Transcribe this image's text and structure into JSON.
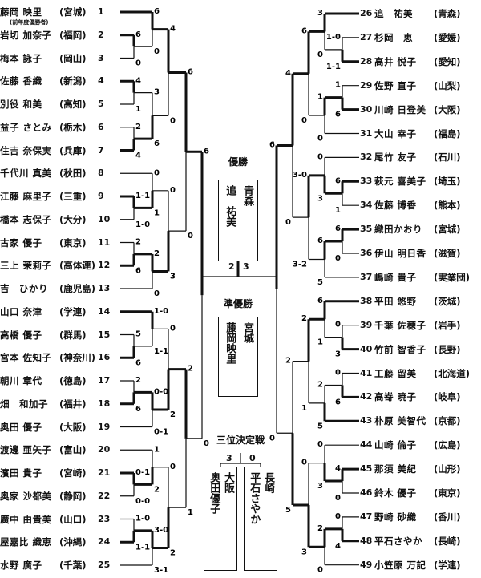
{
  "left_players": [
    {
      "n": "1",
      "name": "藤岡 映里",
      "pref": "(宮城)"
    },
    {
      "n": "2",
      "name": "岩切 加奈子",
      "pref": "(福岡)"
    },
    {
      "n": "3",
      "name": "梅本 詠子",
      "pref": "(岡山)"
    },
    {
      "n": "4",
      "name": "佐藤 香織",
      "pref": "(新潟)"
    },
    {
      "n": "5",
      "name": "別役 和美",
      "pref": "(高知)"
    },
    {
      "n": "6",
      "name": "益子 さとみ",
      "pref": "(栃木)"
    },
    {
      "n": "7",
      "name": "住吉 奈保実",
      "pref": "(兵庫)"
    },
    {
      "n": "8",
      "name": "千代川 真美",
      "pref": "(秋田)"
    },
    {
      "n": "9",
      "name": "江藤 麻里子",
      "pref": "(三重)"
    },
    {
      "n": "10",
      "name": "橋本 志保子",
      "pref": "(大分)"
    },
    {
      "n": "11",
      "name": "古家 優子",
      "pref": "(東京)"
    },
    {
      "n": "12",
      "name": "三上 茉莉子",
      "pref": "(高体連)"
    },
    {
      "n": "13",
      "name": "吉　ひかり",
      "pref": "(鹿児島)"
    },
    {
      "n": "14",
      "name": "山口 奈津",
      "pref": "(学連)"
    },
    {
      "n": "15",
      "name": "高橋 優子",
      "pref": "(群馬)"
    },
    {
      "n": "16",
      "name": "宮本 佐知子",
      "pref": "(神奈川)"
    },
    {
      "n": "17",
      "name": "朝川 章代",
      "pref": "(徳島)"
    },
    {
      "n": "18",
      "name": "畑　和加子",
      "pref": "(福井)"
    },
    {
      "n": "19",
      "name": "奥田 優子",
      "pref": "(大阪)"
    },
    {
      "n": "20",
      "name": "渡邊 亜矢子",
      "pref": "(富山)"
    },
    {
      "n": "21",
      "name": "濱田 貴子",
      "pref": "(宮崎)"
    },
    {
      "n": "22",
      "name": "奥家 沙都美",
      "pref": "(静岡)"
    },
    {
      "n": "23",
      "name": "廣中 由貴美",
      "pref": "(山口)"
    },
    {
      "n": "24",
      "name": "屋嘉比 織恵",
      "pref": "(沖縄)"
    },
    {
      "n": "25",
      "name": "水野 廣子",
      "pref": "(千葉)"
    }
  ],
  "defending_champion_note": "(前年度優勝者)",
  "right_players": [
    {
      "n": "26",
      "name": "追　祐美",
      "pref": "(青森)"
    },
    {
      "n": "27",
      "name": "杉岡　恵",
      "pref": "(愛媛)"
    },
    {
      "n": "28",
      "name": "高井 悦子",
      "pref": "(愛知)"
    },
    {
      "n": "29",
      "name": "佐野 直子",
      "pref": "(山梨)"
    },
    {
      "n": "30",
      "name": "川崎 日登美",
      "pref": "(大阪)"
    },
    {
      "n": "31",
      "name": "大山 幸子",
      "pref": "(福島)"
    },
    {
      "n": "32",
      "name": "尾竹 友子",
      "pref": "(石川)"
    },
    {
      "n": "33",
      "name": "萩元 喜美子",
      "pref": "(埼玉)"
    },
    {
      "n": "34",
      "name": "佐藤 博香",
      "pref": "(熊本)"
    },
    {
      "n": "35",
      "name": "織田かおり",
      "pref": "(宮城)"
    },
    {
      "n": "36",
      "name": "伊山 明日香",
      "pref": "(滋賀)"
    },
    {
      "n": "37",
      "name": "嶋崎 貴子",
      "pref": "(実業団)"
    },
    {
      "n": "38",
      "name": "平田 悠野",
      "pref": "(茨城)"
    },
    {
      "n": "39",
      "name": "千葉 佐穂子",
      "pref": "(岩手)"
    },
    {
      "n": "40",
      "name": "竹前 智香子",
      "pref": "(長野)"
    },
    {
      "n": "41",
      "name": "工藤 留美",
      "pref": "(北海道)"
    },
    {
      "n": "42",
      "name": "高嵜 暁子",
      "pref": "(岐阜)"
    },
    {
      "n": "43",
      "name": "朴原 美智代",
      "pref": "(京都)"
    },
    {
      "n": "44",
      "name": "山崎 倫子",
      "pref": "(広島)"
    },
    {
      "n": "45",
      "name": "那須 美紀",
      "pref": "(山形)"
    },
    {
      "n": "46",
      "name": "鈴木 優子",
      "pref": "(東京)"
    },
    {
      "n": "47",
      "name": "野崎 砂織",
      "pref": "(香川)"
    },
    {
      "n": "48",
      "name": "平石さやか",
      "pref": "(長崎)"
    },
    {
      "n": "49",
      "name": "小笠原 万記",
      "pref": "(学連)"
    }
  ],
  "left_bracket": {
    "c": [
      {
        "c": [
          {
            "c": [
              {
                "c": [
                  1,
                  {
                    "c": [
                      2,
                      3
                    ],
                    "s": [
                      "6",
                      "0"
                    ],
                    "w": 0
                  }
                ],
                "s": [
                  "6",
                  "0"
                ],
                "w": 0
              },
              {
                "c": [
                  {
                    "c": [
                      4,
                      5
                    ],
                    "s": [
                      "4",
                      "1"
                    ],
                    "w": 0
                  },
                  {
                    "c": [
                      6,
                      7
                    ],
                    "s": [
                      "2",
                      "4"
                    ],
                    "w": 1
                  }
                ],
                "s": [
                  "3",
                  "6"
                ],
                "w": 1
              }
            ],
            "s": [
              "4",
              "0"
            ],
            "w": 0
          },
          {
            "c": [
              {
                "c": [
                  8,
                  {
                    "c": [
                      9,
                      10
                    ],
                    "s": [
                      "1-1",
                      "1-0"
                    ],
                    "w": 0
                  }
                ],
                "s": [
                  "0",
                  "1"
                ],
                "w": 1
              },
              {
                "c": [
                  {
                    "c": [
                      11,
                      12
                    ],
                    "s": [
                      "2",
                      "6"
                    ],
                    "w": 1
                  },
                  13
                ],
                "s": [
                  "2",
                  "0"
                ],
                "w": 0
              }
            ],
            "s": [
              "0",
              "3"
            ],
            "w": 1
          }
        ],
        "s": [
          "6",
          "0"
        ],
        "w": 0
      },
      {
        "c": [
          {
            "c": [
              {
                "c": [
                  14,
                  {
                    "c": [
                      15,
                      16
                    ],
                    "s": [
                      "5",
                      "6"
                    ],
                    "w": 1
                  }
                ],
                "s": [
                  "1-0",
                  "1-1"
                ],
                "w": 0
              },
              {
                "c": [
                  {
                    "c": [
                      17,
                      18
                    ],
                    "s": [
                      "2",
                      "6"
                    ],
                    "w": 1
                  },
                  19
                ],
                "s": [
                  "0-0",
                  "0-1"
                ],
                "w": 0
              }
            ],
            "s": [
              "0",
              "2"
            ],
            "w": 1
          },
          {
            "c": [
              {
                "c": [
                  20,
                  {
                    "c": [
                      21,
                      22
                    ],
                    "s": [
                      "0-1",
                      "0-0"
                    ],
                    "w": 0
                  }
                ],
                "s": [
                  "1",
                  "2"
                ],
                "w": 1
              },
              {
                "c": [
                  {
                    "c": [
                      23,
                      24
                    ],
                    "s": [
                      "1-0",
                      "1-1"
                    ],
                    "w": 1
                  },
                  25
                ],
                "s": [
                  "3-0",
                  "3-1"
                ],
                "w": 0
              }
            ],
            "s": [
              "0",
              "2"
            ],
            "w": 1
          }
        ],
        "s": [
          "2",
          "1"
        ],
        "w": 0
      }
    ],
    "s": [
      "6",
      "0"
    ],
    "w": 0
  },
  "right_bracket": {
    "c": [
      {
        "c": [
          {
            "c": [
              {
                "c": [
                  26,
                  {
                    "c": [
                      27,
                      28
                    ],
                    "s": [
                      "1-0",
                      "1-1"
                    ],
                    "w": 1
                  }
                ],
                "s": [
                  "3",
                  "0"
                ],
                "w": 0
              },
              {
                "c": [
                  {
                    "c": [
                      29,
                      30
                    ],
                    "s": [
                      "1",
                      "6"
                    ],
                    "w": 1
                  },
                  31
                ],
                "s": [
                  "1",
                  "0"
                ],
                "w": 0
              }
            ],
            "s": [
              "6",
              "0"
            ],
            "w": 0
          },
          {
            "c": [
              {
                "c": [
                  32,
                  {
                    "c": [
                      33,
                      34
                    ],
                    "s": [
                      "6",
                      "1"
                    ],
                    "w": 0
                  }
                ],
                "s": [
                  "0",
                  "3"
                ],
                "w": 1
              },
              {
                "c": [
                  {
                    "c": [
                      35,
                      36
                    ],
                    "s": [
                      "6",
                      "0"
                    ],
                    "w": 0
                  },
                  37
                ],
                "s": [
                  "6",
                  "5"
                ],
                "w": 0
              }
            ],
            "s": [
              "3-0",
              "3-2"
            ],
            "w": 0
          }
        ],
        "s": [
          "4",
          "0"
        ],
        "w": 0
      },
      {
        "c": [
          {
            "c": [
              {
                "c": [
                  38,
                  {
                    "c": [
                      39,
                      40
                    ],
                    "s": [
                      "0",
                      "3"
                    ],
                    "w": 1
                  }
                ],
                "s": [
                  "6",
                  "1"
                ],
                "w": 0
              },
              {
                "c": [
                  {
                    "c": [
                      41,
                      42
                    ],
                    "s": [
                      "0",
                      "6"
                    ],
                    "w": 1
                  },
                  43
                ],
                "s": [
                  "2",
                  "5"
                ],
                "w": 1
              }
            ],
            "s": [
              "2",
              "1"
            ],
            "w": 0
          },
          {
            "c": [
              {
                "c": [
                  44,
                  {
                    "c": [
                      45,
                      46
                    ],
                    "s": [
                      "4",
                      "0"
                    ],
                    "w": 0
                  }
                ],
                "s": [
                  "0",
                  "3"
                ],
                "w": 1
              },
              {
                "c": [
                  {
                    "c": [
                      47,
                      48
                    ],
                    "s": [
                      "0",
                      "4"
                    ],
                    "w": 1
                  },
                  49
                ],
                "s": [
                  "2",
                  "0"
                ],
                "w": 0
              }
            ],
            "s": [
              "0",
              "3"
            ],
            "w": 1
          }
        ],
        "s": [
          "2",
          "5"
        ],
        "w": 1
      }
    ],
    "s": [
      "6",
      "0"
    ],
    "w": 0
  },
  "champion": {
    "label": "優勝",
    "name": "追　祐美",
    "pref": "青森",
    "score_left": "2",
    "score_right": "3"
  },
  "runner_up": {
    "label": "準優勝",
    "name": "藤岡映里",
    "pref": "宮城"
  },
  "third_place": {
    "label": "三位決定戦",
    "left": {
      "name": "奥田優子",
      "pref": "大阪",
      "score": "3"
    },
    "right": {
      "name": "平石さやか",
      "pref": "長崎",
      "score": "0"
    }
  }
}
